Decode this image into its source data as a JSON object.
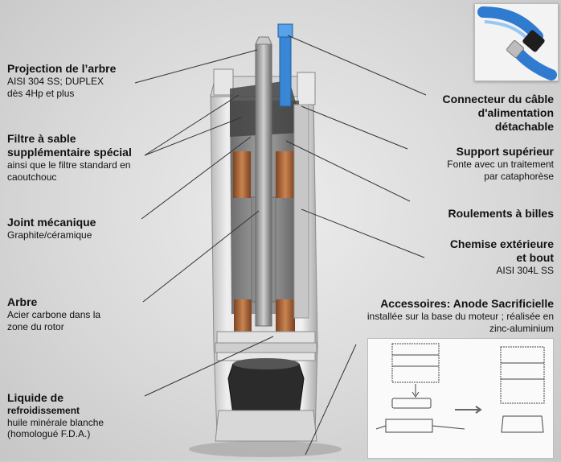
{
  "labels": {
    "shaft_projection": {
      "title": "Projection de l’arbre",
      "line1": "AISI 304 SS; DUPLEX",
      "line2": "dès 4Hp et plus"
    },
    "sand_filter": {
      "title1": "Filtre à sable",
      "title2": "supplémentaire spécial",
      "line1": "ainsi que le filtre standard en",
      "line2": "caoutchouc"
    },
    "mechanical_seal": {
      "title": "Joint mécanique",
      "line1": "Graphite/céramique"
    },
    "shaft": {
      "title": "Arbre",
      "line1": "Acier carbone dans la",
      "line2": "zone du rotor"
    },
    "coolant": {
      "title1": "Liquide de",
      "title2": "refroidissement",
      "line1": "huile minérale blanche",
      "line2": "(homologué F.D.A.)"
    },
    "cable_connector": {
      "title1": "Connecteur du câble",
      "title2": "d'alimentation",
      "title3": "détachable"
    },
    "upper_support": {
      "title": "Support supérieur",
      "line1": "Fonte avec un traitement",
      "line2": "par cataphorèse"
    },
    "bearings": {
      "title": "Roulements à billes"
    },
    "outer_jacket": {
      "title1": "Chemise extérieure",
      "title2": "et bout",
      "line1": "AISI 304L SS"
    },
    "accessories": {
      "title": "Accessoires: Anode Sacrificielle",
      "line1": "installée sur la base du moteur ; réalisée en",
      "line2": "zinc-aluminium"
    }
  },
  "colors": {
    "background": "#d9d9d9",
    "metal_light": "#e4e4e4",
    "metal_dark": "#8a8a8a",
    "copper": "#b06a3c",
    "connector_blue": "#3a86d6",
    "leader_line": "#333333"
  },
  "icons": [
    "motor-cutaway-image",
    "blue-cable-photo",
    "anode-installation-drawing"
  ]
}
